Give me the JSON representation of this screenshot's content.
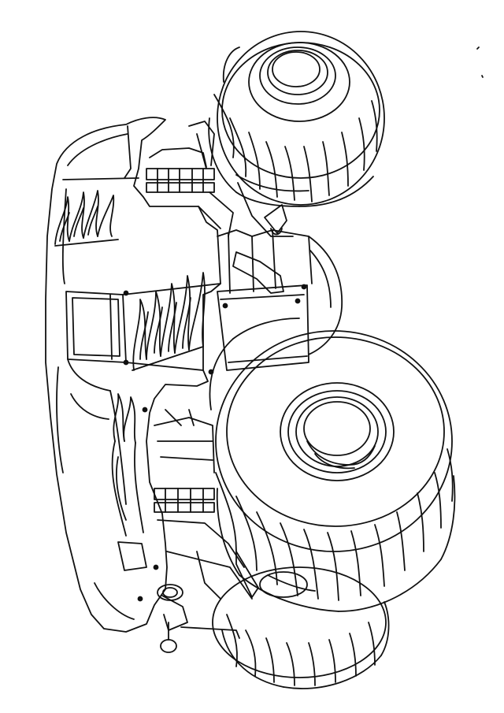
{
  "image": {
    "subject": "monster-truck",
    "style": "black-line-art",
    "orientation": "rotated-90",
    "colors": {
      "line": "#111111",
      "background": "#ffffff"
    }
  }
}
